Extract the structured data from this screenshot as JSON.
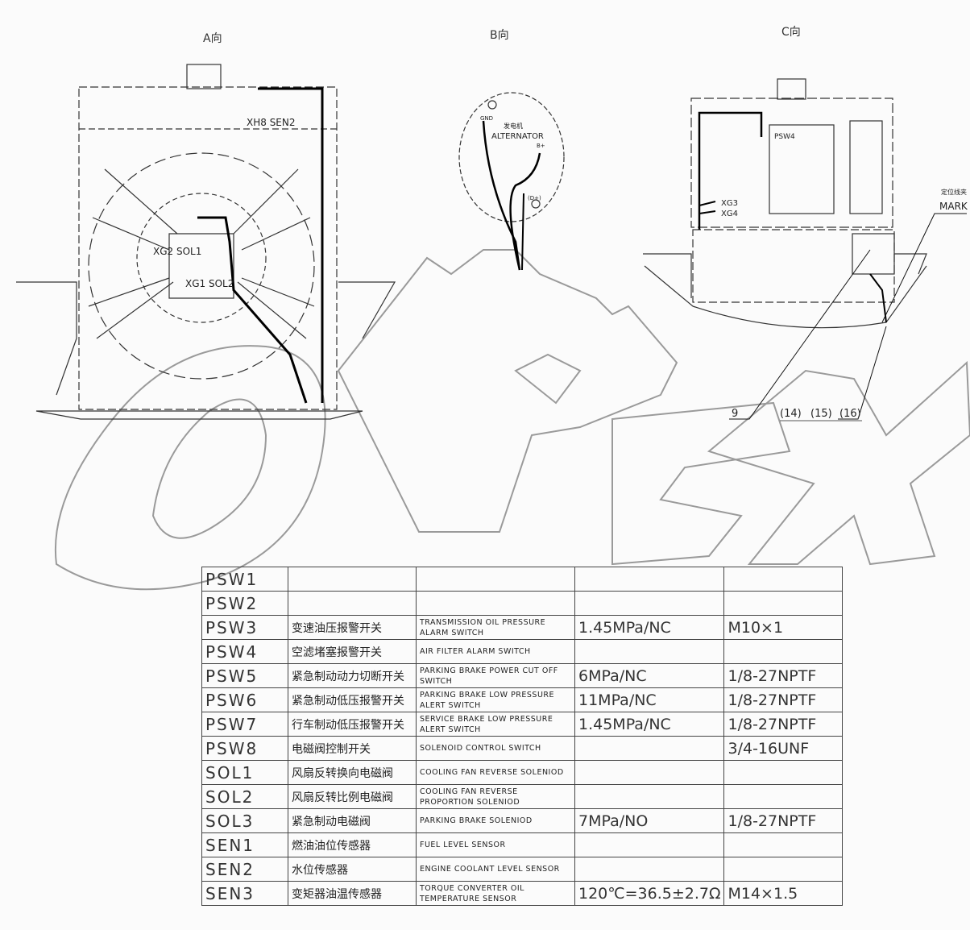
{
  "views": {
    "a": {
      "title": "A向",
      "labels": [
        "XH8 SEN2",
        "XG2 SOL1",
        "XG1 SOL2"
      ]
    },
    "b": {
      "title": "B向",
      "labels": {
        "cn": "发电机",
        "en": "ALTERNATOR",
        "gnd": "GND",
        "bplus": "B+",
        "d": "(D+)"
      }
    },
    "c": {
      "title": "C向",
      "labels": [
        "PSW4",
        "XG3",
        "XG4"
      ],
      "mark_cn": "定位线夹",
      "mark_en": "MARK"
    }
  },
  "callouts": [
    "9",
    "(14)",
    "(15)",
    "(16)"
  ],
  "watermark": "OPEX",
  "parts_table": {
    "columns": [
      "code",
      "name_cn",
      "name_en",
      "spec",
      "thread"
    ],
    "rows": [
      {
        "code": "PSW1",
        "cn": "",
        "en": "",
        "spec": "",
        "thread": ""
      },
      {
        "code": "PSW2",
        "cn": "",
        "en": "",
        "spec": "",
        "thread": ""
      },
      {
        "code": "PSW3",
        "cn": "变速油压报警开关",
        "en": "TRANSMISSION OIL PRESSURE ALARM SWITCH",
        "spec": "1.45MPa/NC",
        "thread": "M10×1"
      },
      {
        "code": "PSW4",
        "cn": "空滤堵塞报警开关",
        "en": "AIR FILTER ALARM SWITCH",
        "spec": "",
        "thread": ""
      },
      {
        "code": "PSW5",
        "cn": "紧急制动动力切断开关",
        "en": "PARKING BRAKE POWER CUT OFF SWITCH",
        "spec": "6MPa/NC",
        "thread": "1/8-27NPTF"
      },
      {
        "code": "PSW6",
        "cn": "紧急制动低压报警开关",
        "en": "PARKING BRAKE LOW PRESSURE ALERT SWITCH",
        "spec": "11MPa/NC",
        "thread": "1/8-27NPTF"
      },
      {
        "code": "PSW7",
        "cn": "行车制动低压报警开关",
        "en": "SERVICE BRAKE LOW PRESSURE ALERT SWITCH",
        "spec": "1.45MPa/NC",
        "thread": "1/8-27NPTF"
      },
      {
        "code": "PSW8",
        "cn": "电磁阀控制开关",
        "en": "SOLENOID CONTROL SWITCH",
        "spec": "",
        "thread": "3/4-16UNF"
      },
      {
        "code": "SOL1",
        "cn": "风扇反转换向电磁阀",
        "en": "COOLING FAN REVERSE SOLENIOD",
        "spec": "",
        "thread": ""
      },
      {
        "code": "SOL2",
        "cn": "风扇反转比例电磁阀",
        "en": "COOLING FAN REVERSE PROPORTION SOLENIOD",
        "spec": "",
        "thread": ""
      },
      {
        "code": "SOL3",
        "cn": "紧急制动电磁阀",
        "en": "PARKING BRAKE SOLENIOD",
        "spec": "7MPa/NO",
        "thread": "1/8-27NPTF"
      },
      {
        "code": "SEN1",
        "cn": "燃油油位传感器",
        "en": "FUEL LEVEL SENSOR",
        "spec": "",
        "thread": ""
      },
      {
        "code": "SEN2",
        "cn": "水位传感器",
        "en": "ENGINE COOLANT LEVEL SENSOR",
        "spec": "",
        "thread": ""
      },
      {
        "code": "SEN3",
        "cn": "变矩器油温传感器",
        "en": "TORQUE CONVERTER OIL TEMPERATURE SENSOR",
        "spec": "120℃=36.5±2.7Ω",
        "thread": "M14×1.5"
      }
    ]
  }
}
